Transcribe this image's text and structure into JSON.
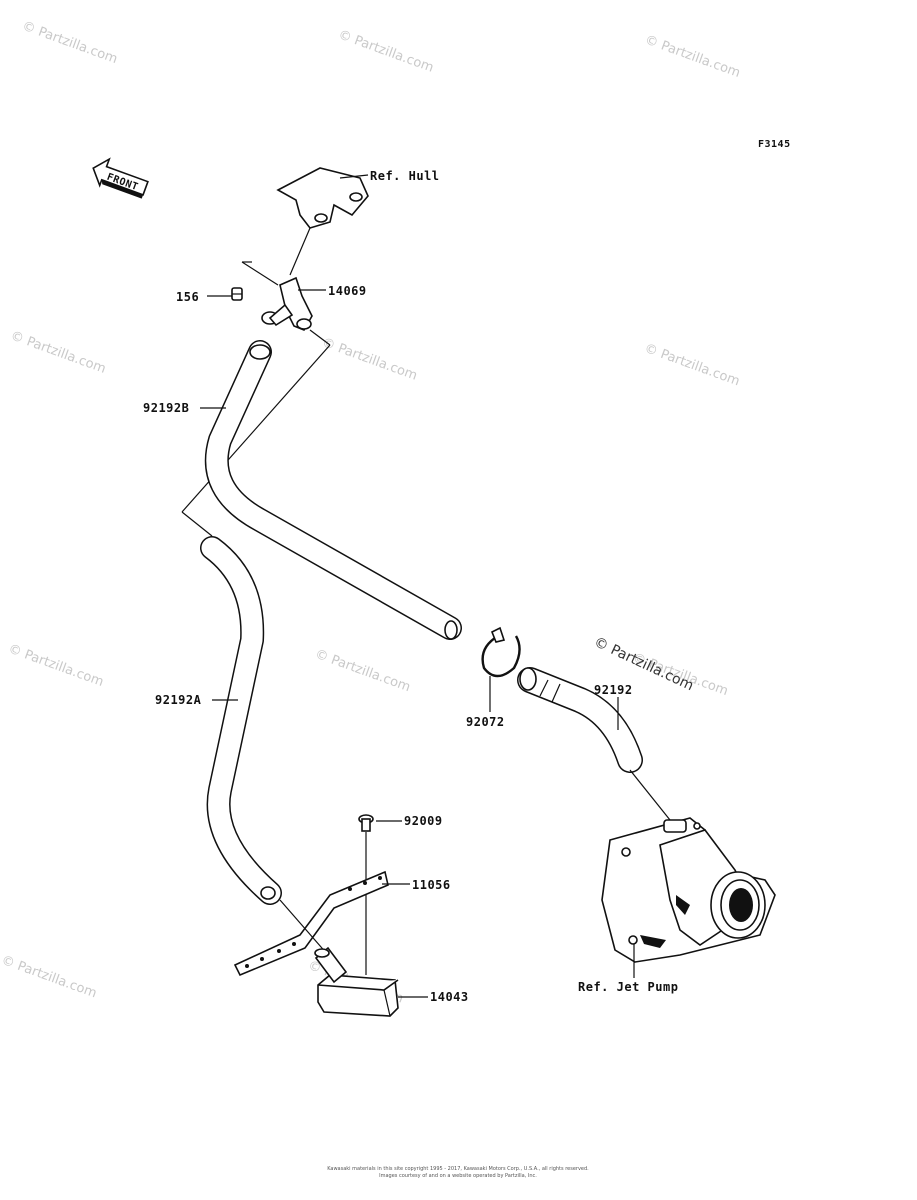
{
  "diagram": {
    "figure_code": "F3145",
    "front_label": "FRONT",
    "watermark_text": "© Partzilla.com",
    "copyright_line1": "Kawasaki materials in this site copyright 1995 - 2017, Kawasaki Motors Corp., U.S.A., all rights reserved.",
    "copyright_line2": "Images courtesy of and on a website operated by Partzilla, Inc."
  },
  "callouts": {
    "ref_hull": "Ref. Hull",
    "part_156": "156",
    "part_14069": "14069",
    "part_92192b": "92192B",
    "part_92192a": "92192A",
    "part_92072": "92072",
    "part_92192": "92192",
    "part_92009": "92009",
    "part_11056": "11056",
    "part_14043": "14043",
    "ref_jet_pump": "Ref. Jet Pump"
  },
  "colors": {
    "ink": "#111111",
    "watermark": "#c9c9c9",
    "background": "#ffffff"
  }
}
